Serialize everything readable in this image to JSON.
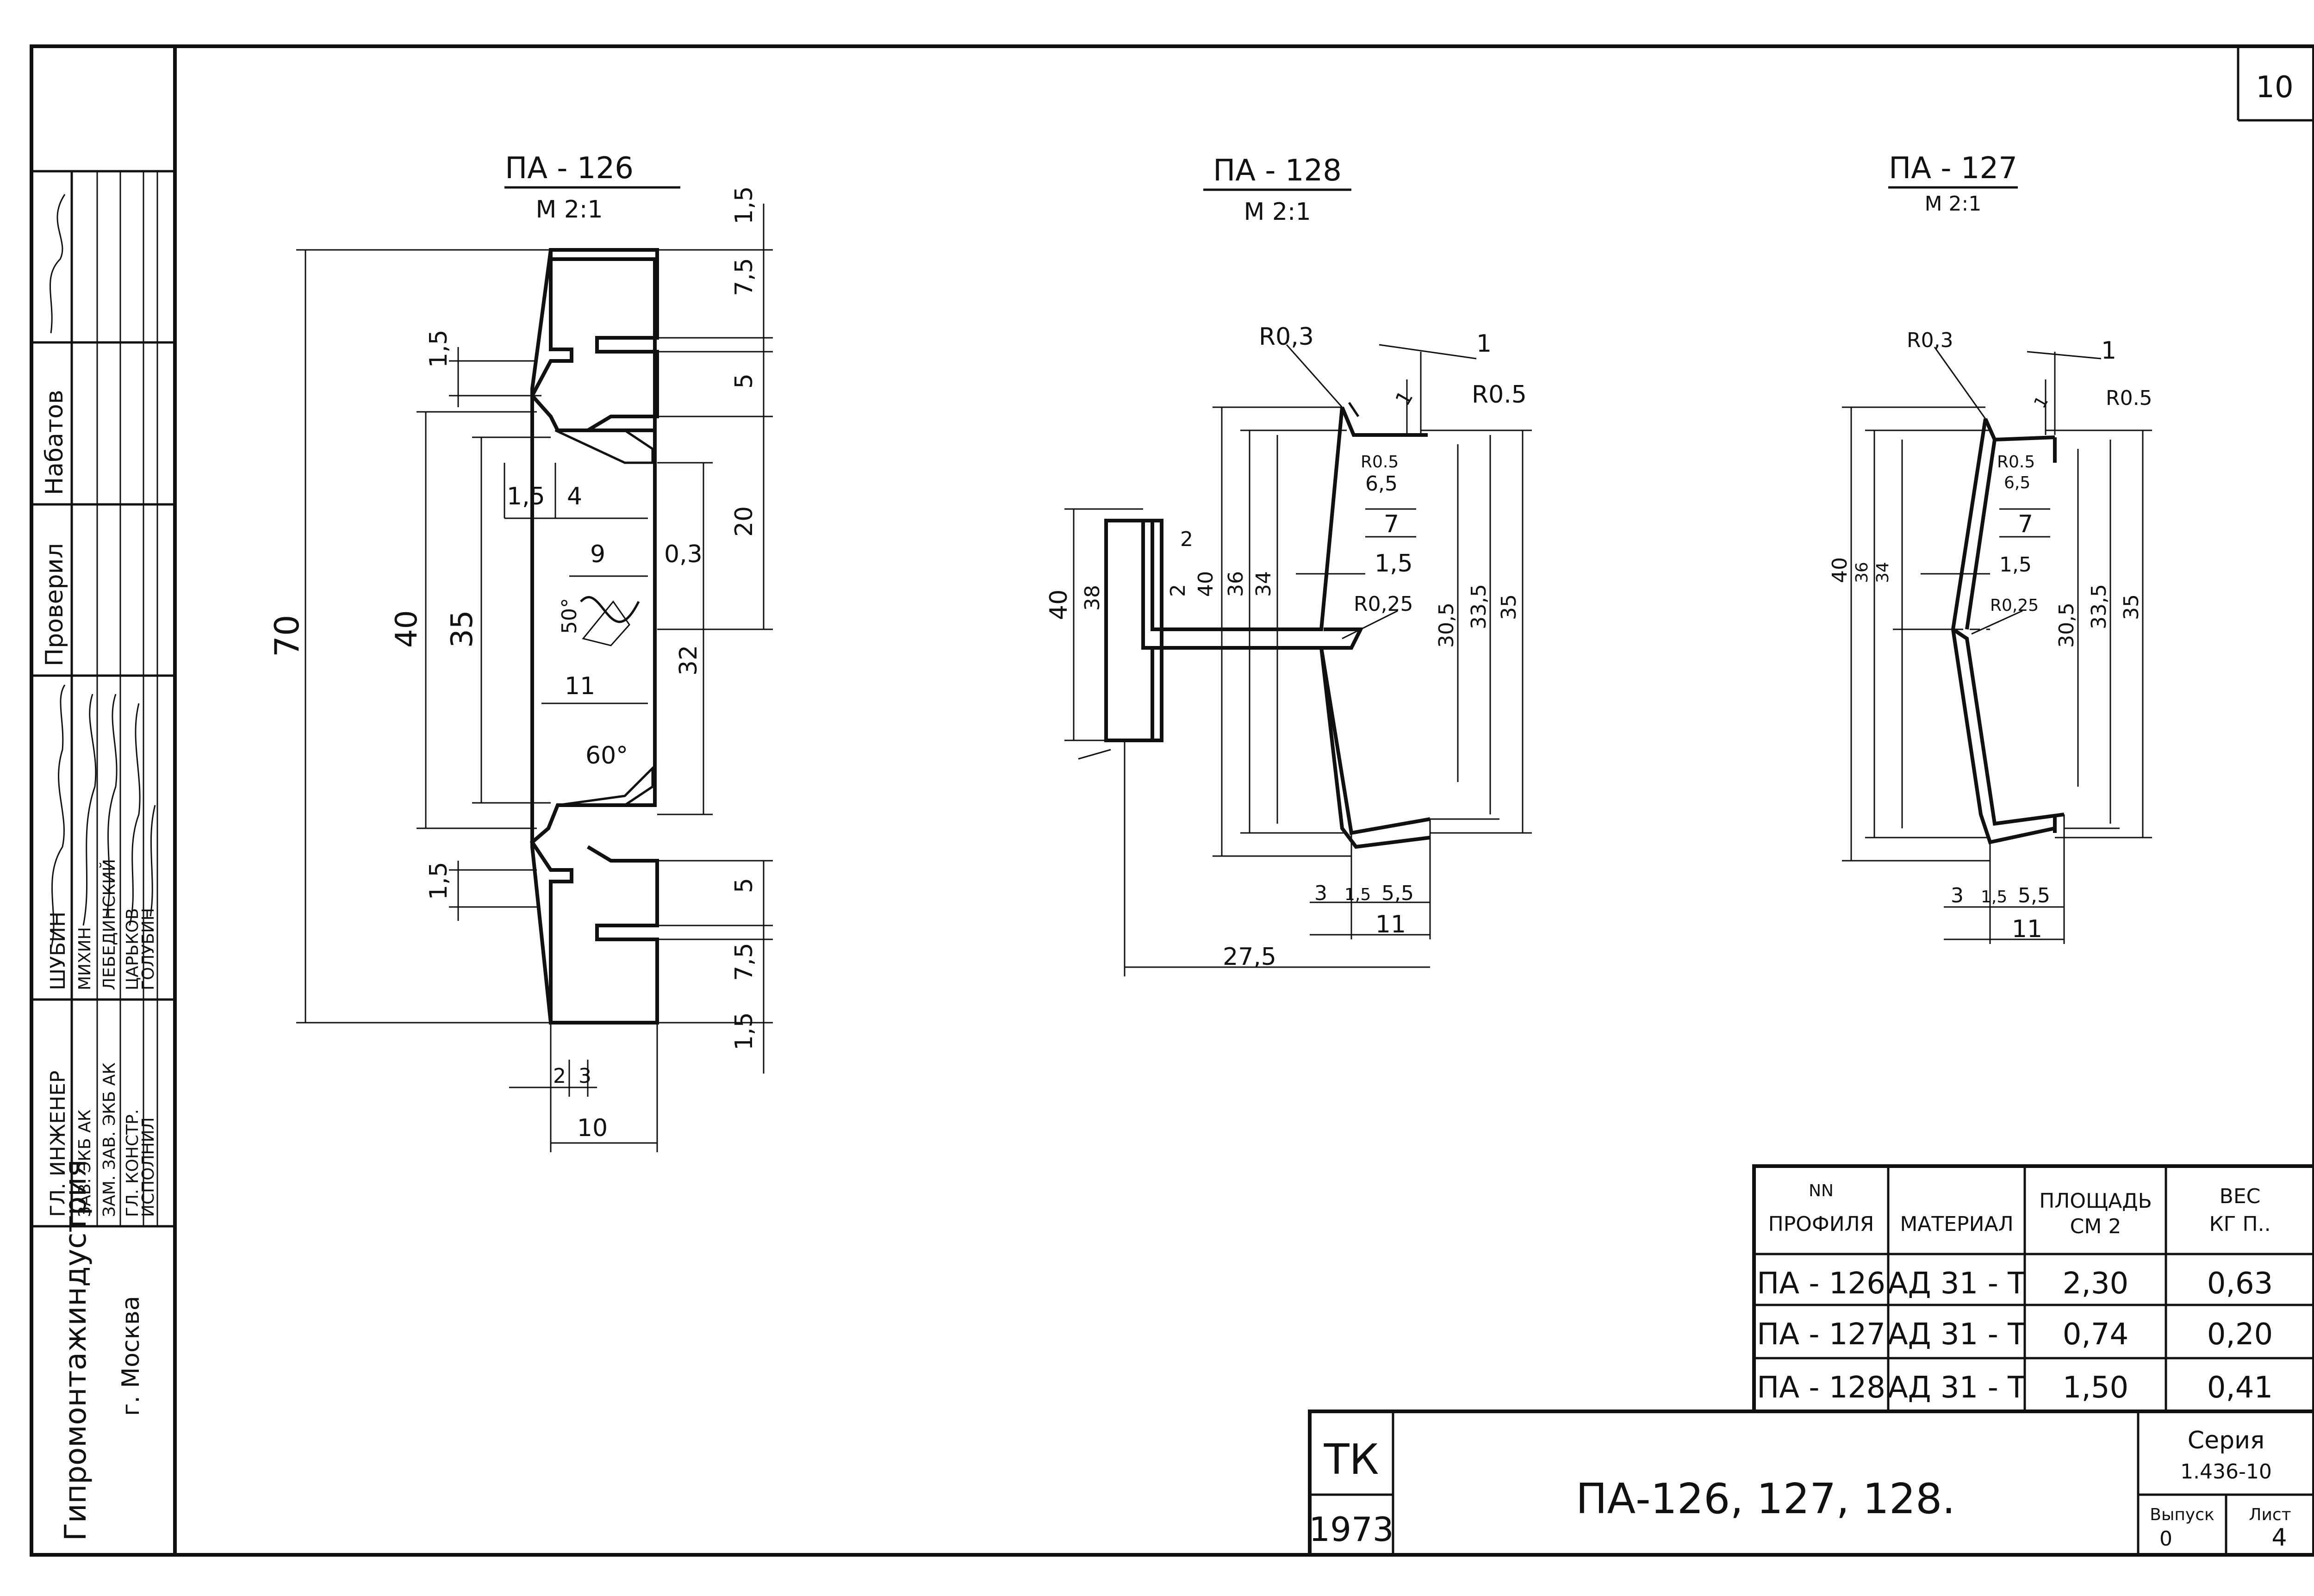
{
  "sheet_number": "10",
  "profiles": {
    "pa126": {
      "title": "ПА - 126",
      "scale": "М 2:1",
      "dims": [
        "1,5",
        "7,5",
        "5",
        "20",
        "0,3",
        "32",
        "5",
        "7,5",
        "1,5",
        "70",
        "1,5",
        "40",
        "35",
        "1,5",
        "4",
        "9",
        "50°",
        "11",
        "60°",
        "1,5",
        "2",
        "3",
        "10"
      ]
    },
    "pa128": {
      "title": "ПА - 128",
      "scale": "М 2:1",
      "dims": [
        "R0,3",
        "1",
        "1",
        "R0.5",
        "R0.5",
        "6,5",
        "7",
        "1,5",
        "R0,25",
        "40",
        "38",
        "2",
        "2",
        "40",
        "36",
        "34",
        "30,5",
        "33,5",
        "35",
        "3",
        "1,5",
        "5,5",
        "11",
        "27,5"
      ]
    },
    "pa127": {
      "title": "ПА - 127",
      "scale": "М 2:1",
      "dims": [
        "R0,3",
        "1",
        "1",
        "R0.5",
        "R0.5",
        "6,5",
        "7",
        "1,5",
        "R0,25",
        "40",
        "36",
        "34",
        "30,5",
        "33,5",
        "35",
        "3",
        "1,5",
        "5,5",
        "11"
      ]
    }
  },
  "table": {
    "headers": [
      "NN профиля",
      "МАТЕРИАЛ",
      "ПЛОЩАДЬ СМ 2",
      "ВЕС КГ П.."
    ],
    "rows": [
      [
        "ПА - 126",
        "АД 31 - Т",
        "2,30",
        "0,63"
      ],
      [
        "ПА - 127",
        "АД 31 - Т",
        "0,74",
        "0,20"
      ],
      [
        "ПА - 128",
        "АД 31 - Т",
        "1,50",
        "0,41"
      ]
    ]
  },
  "stamp": {
    "org_line1": "Гипромонтажиндустрия",
    "org_line2": "г. Москва",
    "roles": [
      "ГЛ. ИНЖЕНЕР",
      "ЗАВ. ЭКБ АК",
      "ЗАМ. ЗАВ. ЭКБ АК",
      "ГЛ. КОНСТР.",
      "ИСПОЛНИЛ"
    ],
    "names": [
      "ШУБИН",
      "МИХИН",
      "ЛЕБЕДИНСКИЙ",
      "ЦАРЬКОВ",
      "ГОЛУБИН"
    ],
    "upper_labels": [
      "Проверил",
      "Набатов"
    ],
    "code_tk": "ТК",
    "year": "1973",
    "title": "ПА-126, 127, 128.",
    "series_label": "Серия",
    "series_value": "1.436-10",
    "issue_label": "Выпуск",
    "issue_value": "0",
    "sheet_label": "Лист",
    "sheet_value": "4"
  }
}
